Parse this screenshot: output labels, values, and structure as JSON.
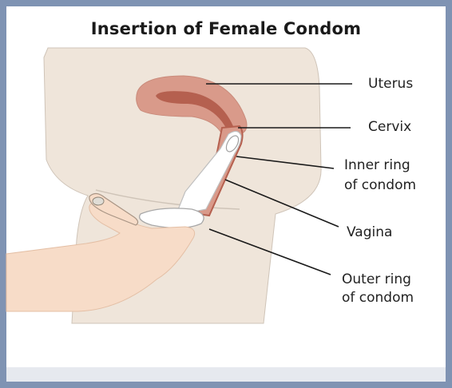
{
  "title": "Insertion of Female Condom",
  "labels": {
    "uterus": "Uterus",
    "cervix": "Cervix",
    "inner_ring_line1": "Inner ring",
    "inner_ring_line2": "of condom",
    "vagina": "Vagina",
    "outer_ring_line1": "Outer ring",
    "outer_ring_line2": "of condom"
  },
  "colors": {
    "frame": "#7f93b3",
    "body_fill": "#efe5da",
    "uterus_outer": "#d99a8a",
    "uterus_inner": "#b5604f",
    "condom": "#ffffff",
    "hand": "#f7dcc8",
    "leader_line": "#1a1a1a"
  }
}
